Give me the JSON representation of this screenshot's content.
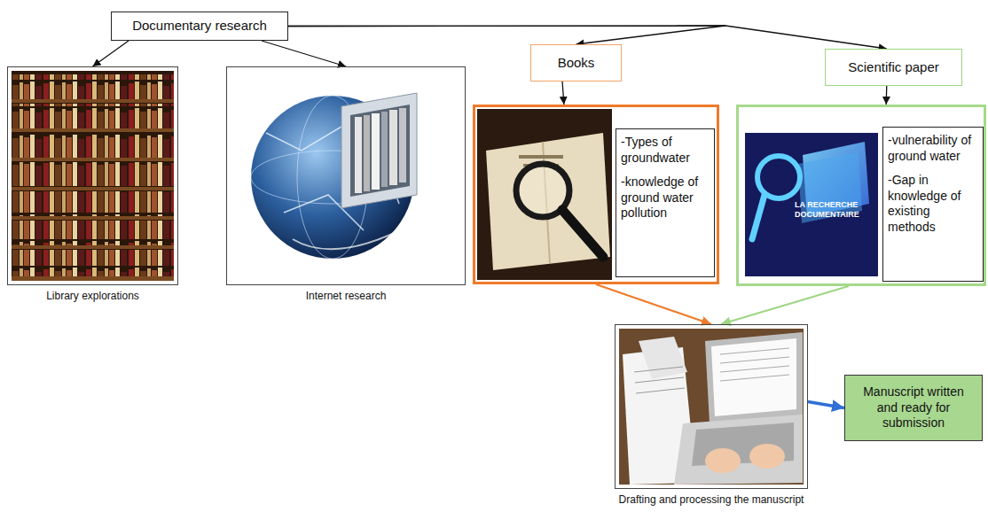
{
  "diagram": {
    "nodes": [
      {
        "text": [
          "Documentary research"
        ]
      },
      {
        "text": [
          "Library explorations"
        ]
      },
      {
        "text": [
          "Internet research"
        ]
      },
      {
        "text": [
          "Books"
        ]
      },
      {
        "text": [
          "Scientific paper"
        ]
      },
      {
        "text": [
          "-Types of groundwater",
          "-knowledge of ground water pollution"
        ]
      },
      {
        "text": [
          "-vulnerability of ground water",
          "-Gap in knowledge of existing methods"
        ]
      },
      {
        "text": [
          "Drafting and processing the manuscript"
        ]
      },
      {
        "text": [
          "Manuscript written and ready for submission"
        ]
      }
    ],
    "edges": [
      {
        "from": 0,
        "to": 1,
        "arrow": "to"
      },
      {
        "from": 0,
        "to": 2,
        "arrow": "to"
      },
      {
        "from": 0,
        "to": 3,
        "arrow": "to"
      },
      {
        "from": 0,
        "to": 4,
        "arrow": "to"
      },
      {
        "from": 3,
        "to": 5,
        "arrow": "to"
      },
      {
        "from": 4,
        "to": 6,
        "arrow": "to"
      },
      {
        "from": 5,
        "to": 7,
        "arrow": "to"
      },
      {
        "from": 6,
        "to": 7,
        "arrow": "to"
      },
      {
        "from": 7,
        "to": 8,
        "arrow": "to"
      }
    ],
    "labels": [
      "LA RECHERCHE DOCUMENTAIRE"
    ]
  }
}
